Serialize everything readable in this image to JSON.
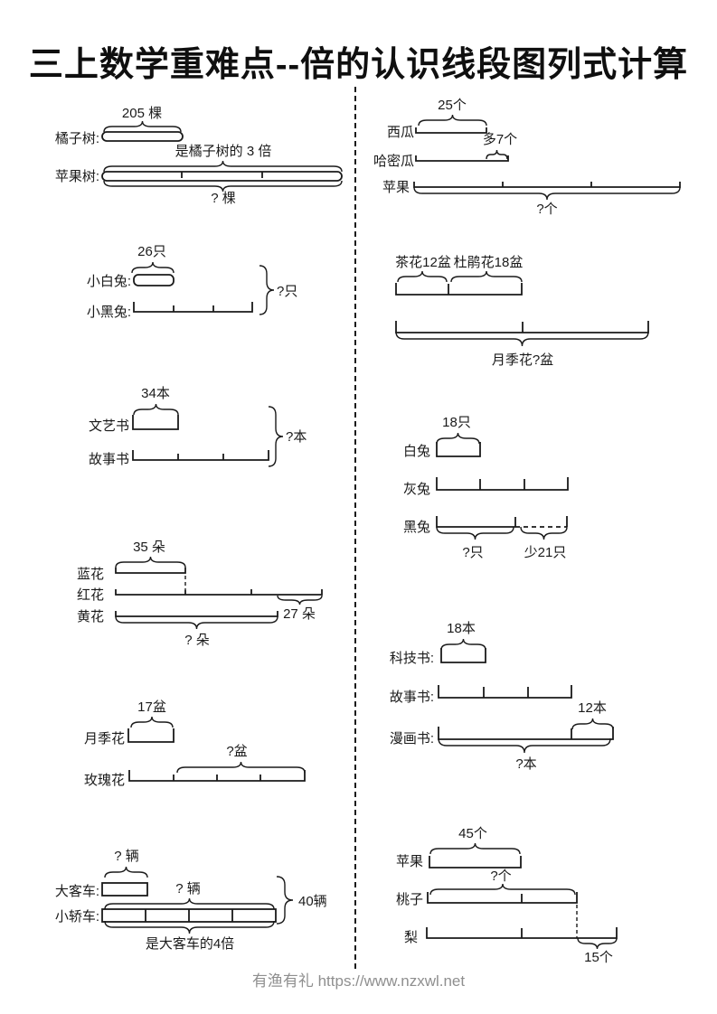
{
  "title": "三上数学重难点--倍的认识线段图列式计算",
  "footer": "有渔有礼 https://www.nzxwl.net",
  "colors": {
    "ink": "#1a1a1a",
    "footer_gray": "#8f8f8f",
    "background": "#ffffff"
  },
  "problems": {
    "trees": {
      "label_orange": "橘子树:",
      "count_orange": "205 棵",
      "label_apple": "苹果树:",
      "multiple_note": "是橘子树的 3 倍",
      "question": "? 棵"
    },
    "small_rabbits": {
      "label_white": "小白兔:",
      "count_white": "26只",
      "label_black": "小黑兔:",
      "question": "?只"
    },
    "books_left": {
      "label_art": "文艺书",
      "count_art": "34本",
      "label_story": "故事书",
      "question": "?本"
    },
    "flowers_left": {
      "label_blue": "蓝花",
      "count_blue": "35 朵",
      "label_red": "红花",
      "label_yellow": "黄花",
      "diff": "27 朵",
      "question": "? 朵"
    },
    "pots_left": {
      "label_yueji": "月季花",
      "count": "17盆",
      "label_rose": "玫瑰花",
      "question": "?盆"
    },
    "vehicles": {
      "label_bus": "大客车:",
      "q_bus": "? 辆",
      "label_car": "小轿车:",
      "q_car": "? 辆",
      "total": "40辆",
      "multiple_note": "是大客车的4倍"
    },
    "melons": {
      "label_watermelon": "西瓜",
      "count": "25个",
      "label_hami": "哈密瓜",
      "more": "多7个",
      "label_apple": "苹果",
      "question": "?个"
    },
    "flowers_right": {
      "camellia": "茶花12盆",
      "azalea": "杜鹃花18盆",
      "question": "月季花?盆"
    },
    "rabbits_right": {
      "label_white": "白兔",
      "count_white": "18只",
      "label_grey": "灰兔",
      "label_black": "黑兔",
      "question": "?只",
      "less": "少21只"
    },
    "books_right": {
      "label_tech": "科技书:",
      "count_tech": "18本",
      "label_story": "故事书:",
      "label_comic": "漫画书:",
      "extra": "12本",
      "question": "?本"
    },
    "fruits": {
      "label_apple": "苹果",
      "count_apple": "45个",
      "label_peach": "桃子",
      "q_peach": "?个",
      "label_pear": "梨",
      "diff": "15个"
    }
  }
}
